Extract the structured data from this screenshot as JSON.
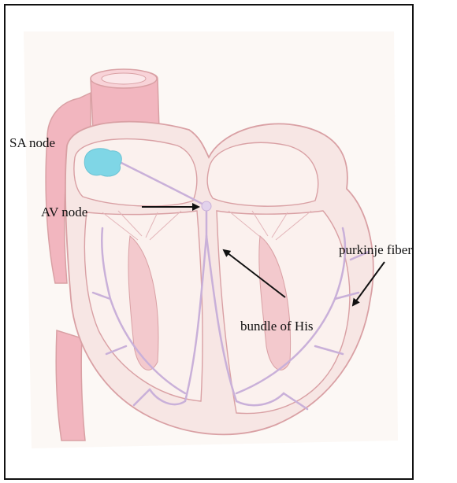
{
  "diagram": {
    "labels": {
      "sa_node": "SA node",
      "av_node": "AV node",
      "purkinje_fiber": "purkinje fiber",
      "bundle_of_his": "bundle of His"
    },
    "colors": {
      "heart_fill": "#f7e6e4",
      "heart_outline": "#d9a0a4",
      "vessel_fill": "#f2b6bf",
      "inner_fill": "#fbf1ee",
      "conduction": "#c9b0d9",
      "sa_node": "#7fd6e6",
      "arrow": "#111111"
    }
  }
}
